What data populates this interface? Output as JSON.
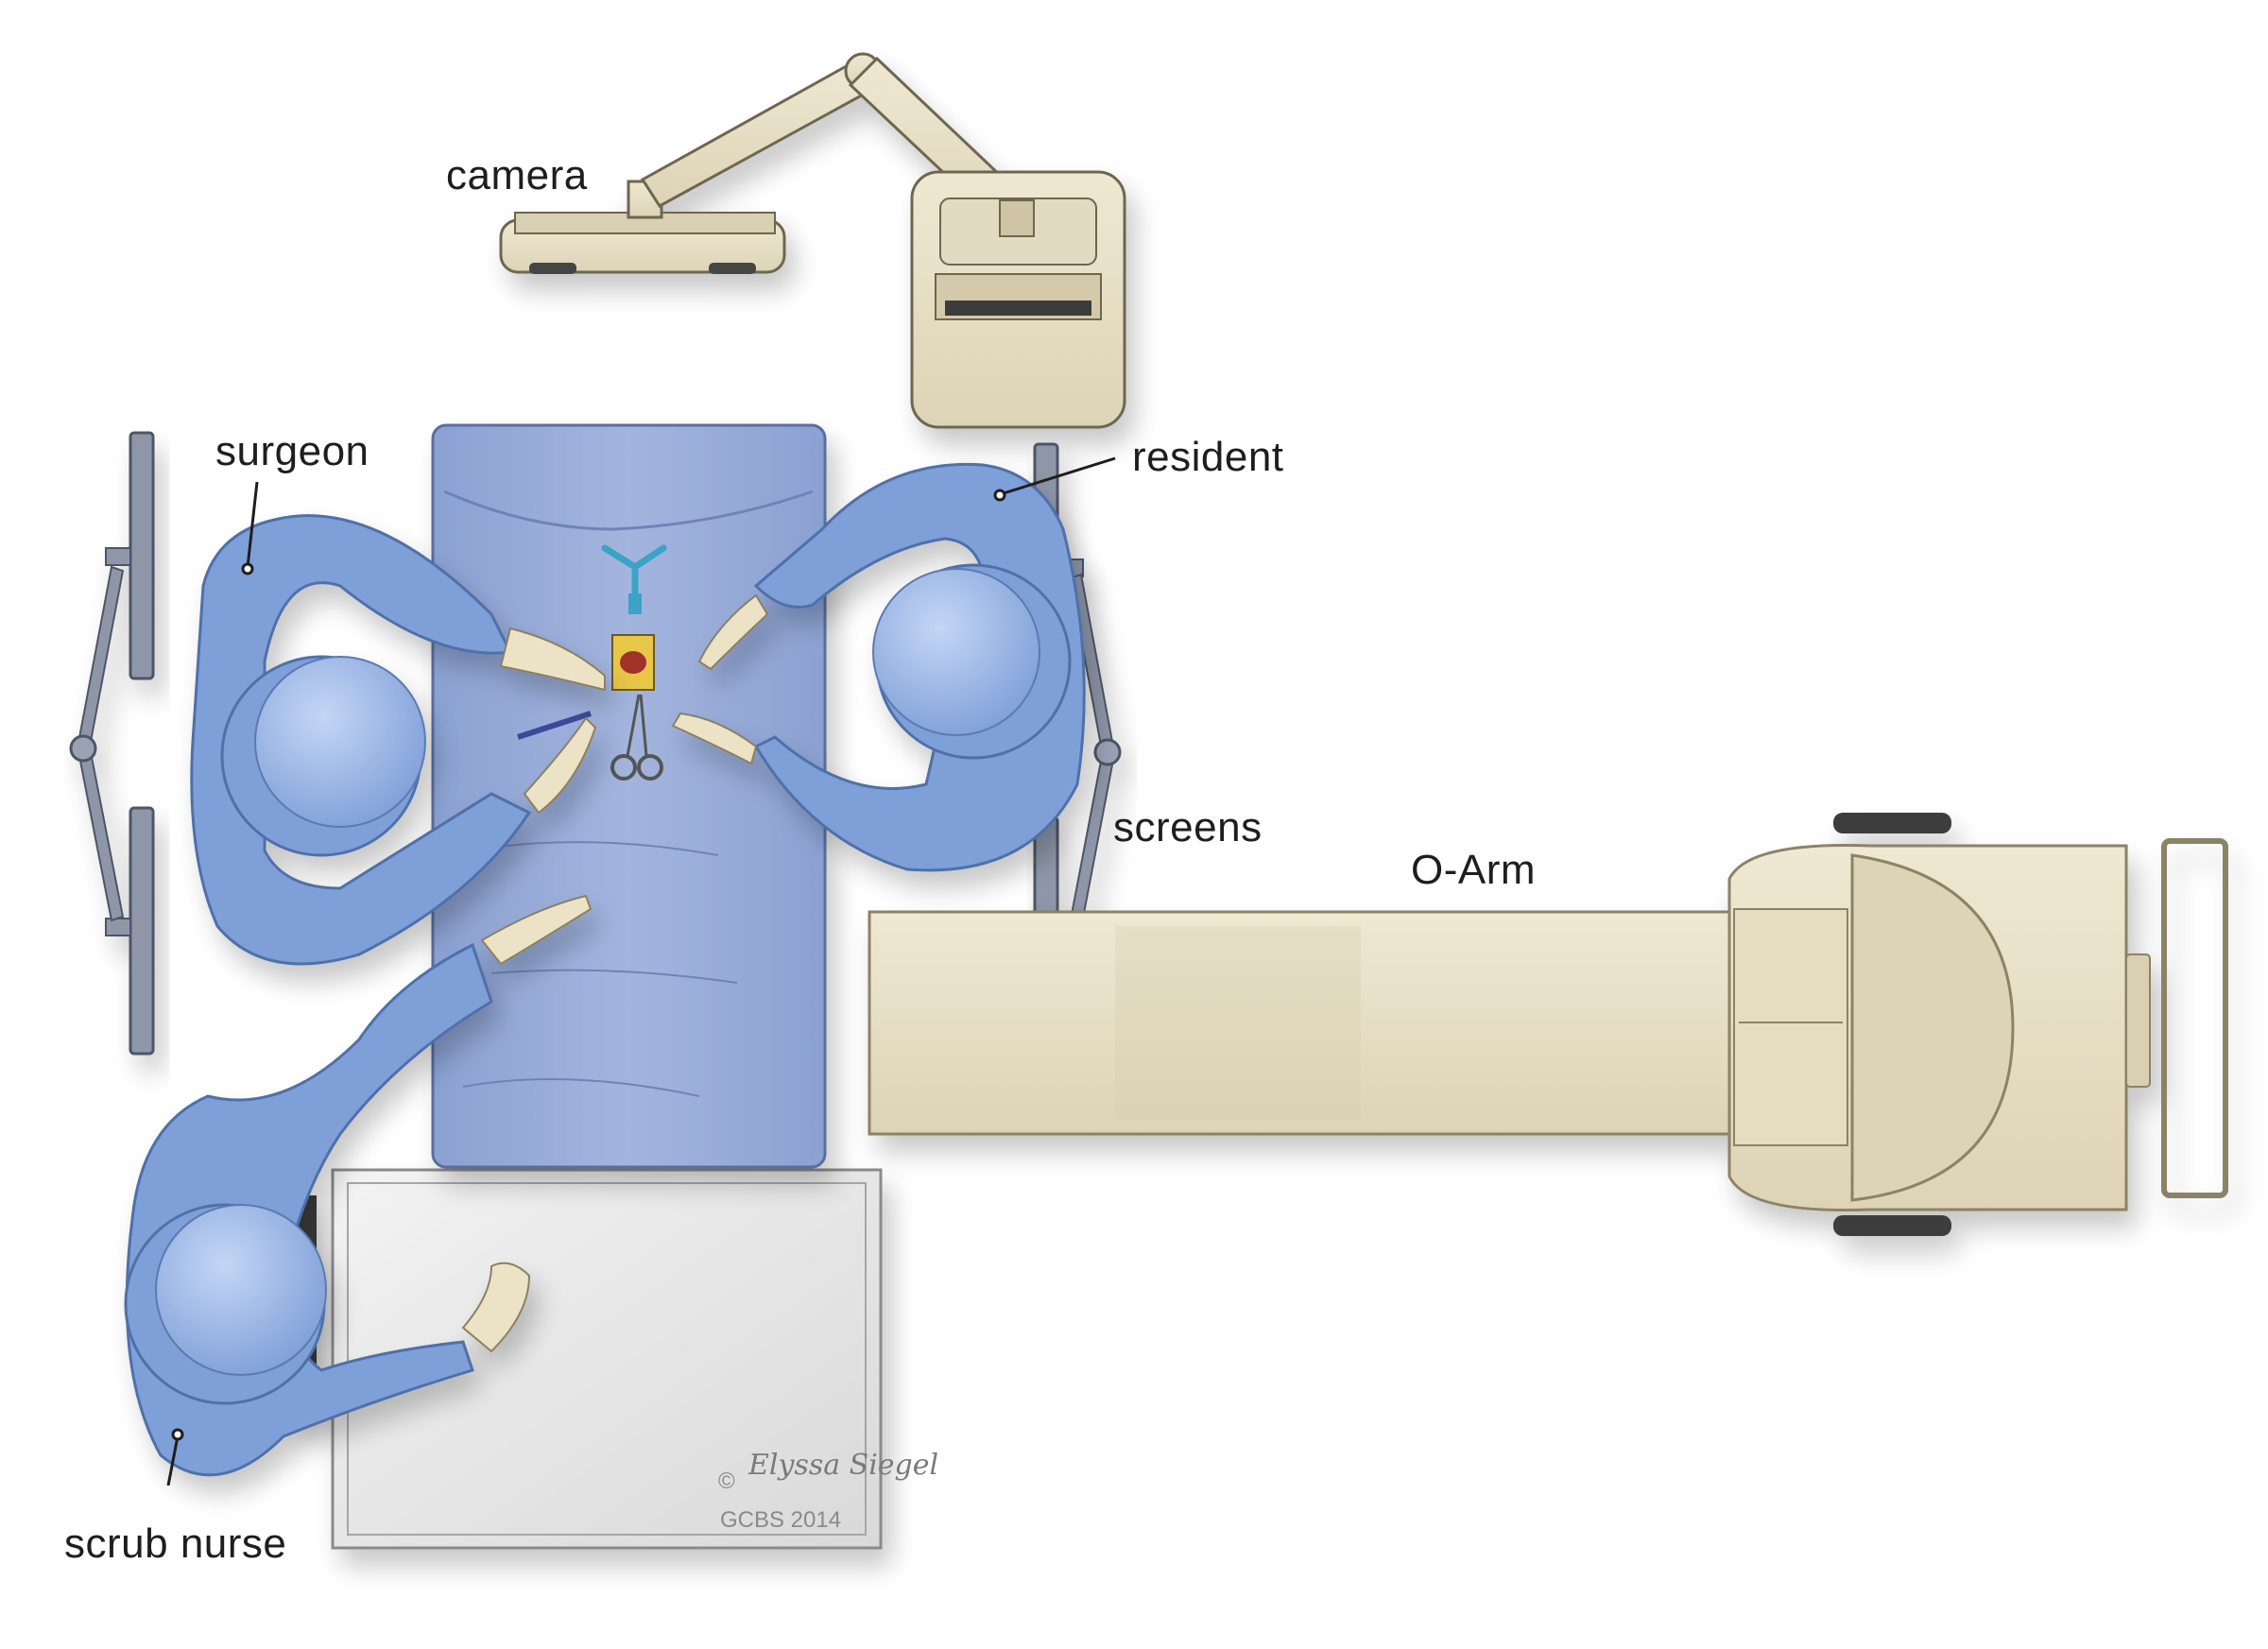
{
  "labels": {
    "camera": "camera",
    "surgeon": "surgeon",
    "resident": "resident",
    "screens": "screens",
    "o_arm": "O-Arm",
    "scrub_nurse": "scrub nurse"
  },
  "credit": {
    "copyright_symbol": "©",
    "artist_signature": "Elyssa Siegel",
    "line": "GCBS 2014"
  },
  "colors": {
    "scrubs": "#7f9fd8",
    "scrubs_dark": "#4f6fa8",
    "drape": "#93a8d6",
    "equipment": "#e8e0c8",
    "equipment_dark": "#a89c7c",
    "screen": "#8e96a8",
    "table": "#e2e2e2",
    "glove": "#ece3c6"
  }
}
